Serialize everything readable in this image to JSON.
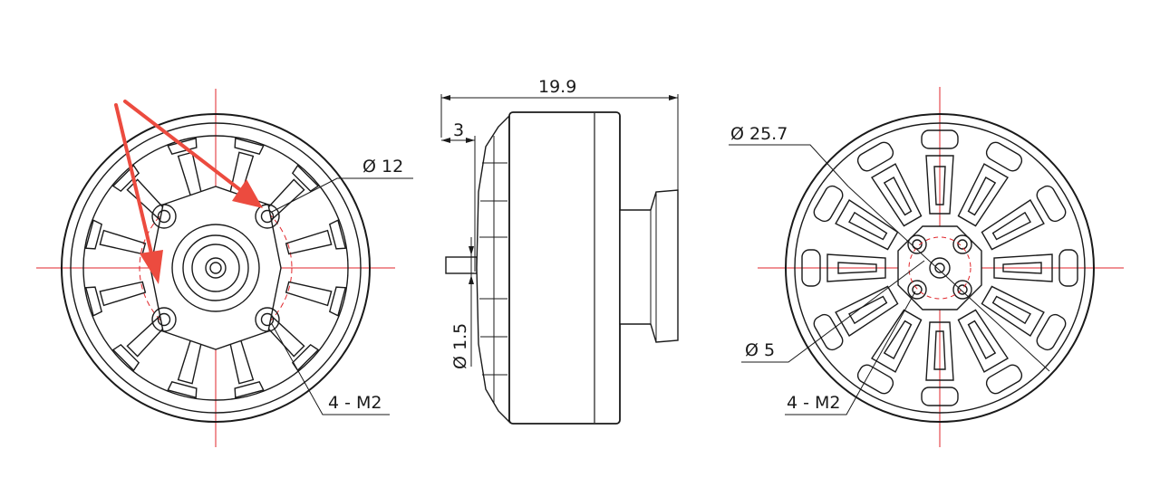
{
  "dimensions": {
    "front_bolt_circle": "Ø 12",
    "front_mount_holes": "4 - M2",
    "side_total_length": "19.9",
    "side_shaft_length": "3",
    "side_shaft_diameter": "Ø 1.5",
    "rear_outer_diameter": "Ø 25.7",
    "rear_bolt_circle": "Ø 5",
    "rear_mount_holes": "4 - M2"
  },
  "colors": {
    "line": "#1a1a1a",
    "centerline": "#e0262b",
    "arrow": "#ec4b3f",
    "body_fill": "#f4f4f4"
  }
}
